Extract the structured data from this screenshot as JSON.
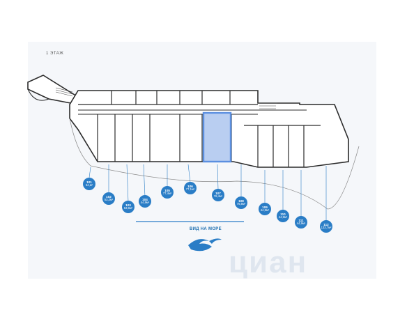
{
  "floor": {
    "label": "1 ЭТАЖ"
  },
  "sea_view": {
    "label": "ВИД НА МОРЕ"
  },
  "watermark": {
    "text": "циан"
  },
  "colors": {
    "marker": "#2a7dc6",
    "highlight": "#b9cef1",
    "highlight_border": "#5b8fe0",
    "wall": "#2b2b2b",
    "wave": "#2a7dc6"
  },
  "units": [
    {
      "number": "101",
      "area": "64,м²"
    },
    {
      "number": "102",
      "area": "53,2м²"
    },
    {
      "number": "103",
      "area": "53,6м²"
    },
    {
      "number": "104",
      "area": "44,9м²"
    },
    {
      "number": "105",
      "area": "77,4м²"
    },
    {
      "number": "106",
      "area": "77,1м²"
    },
    {
      "number": "107",
      "area": "76,4м²"
    },
    {
      "number": "108",
      "area": "75,5м²"
    },
    {
      "number": "109",
      "area": "44,9м²"
    },
    {
      "number": "110",
      "area": "44,9м²"
    },
    {
      "number": "111",
      "area": "44,9м²"
    },
    {
      "number": "112",
      "area": "133,7м²"
    }
  ]
}
